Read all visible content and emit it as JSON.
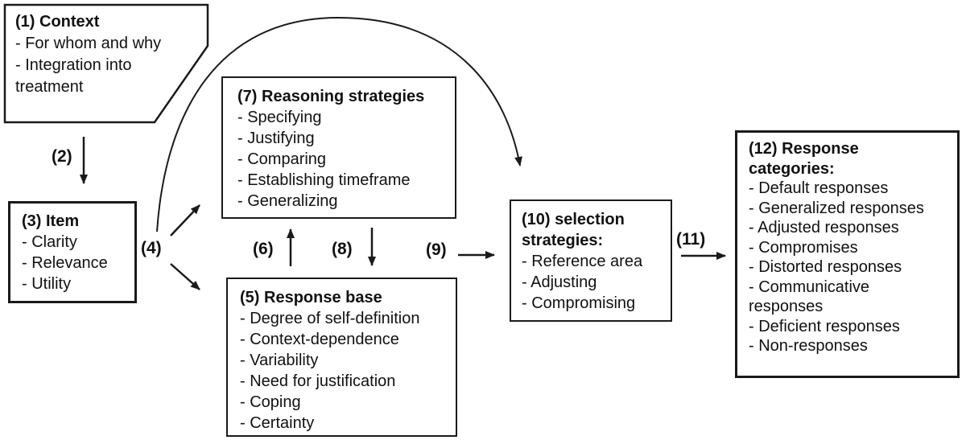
{
  "diagram": {
    "boxes": {
      "context": {
        "title": "(1) Context",
        "items": [
          "- For whom and why",
          "- Integration into treatment"
        ]
      },
      "item": {
        "title": "(3) Item",
        "items": [
          "- Clarity",
          "- Relevance",
          "- Utility"
        ]
      },
      "reasoning": {
        "title": "(7) Reasoning strategies",
        "items": [
          "- Specifying",
          "- Justifying",
          "- Comparing",
          "- Establishing timeframe",
          "- Generalizing"
        ]
      },
      "response_base": {
        "title": "(5) Response base",
        "items": [
          "- Degree of self-definition",
          "- Context-dependence",
          "- Variability",
          "- Need for justification",
          "- Coping",
          "- Certainty"
        ]
      },
      "selection": {
        "title": "(10) selection strategies:",
        "items": [
          "- Reference area",
          "- Adjusting",
          "- Compromising"
        ]
      },
      "categories": {
        "title": "(12) Response categories:",
        "items": [
          "- Default responses",
          "- Generalized responses",
          "- Adjusted responses",
          "- Compromises",
          "- Distorted responses",
          "- Communicative responses",
          "- Deficient responses",
          "- Non-responses"
        ]
      }
    },
    "arrow_labels": {
      "l2": "(2)",
      "l4": "(4)",
      "l6": "(6)",
      "l8": "(8)",
      "l9": "(9)",
      "l11": "(11)"
    },
    "colors": {
      "line": "#1a1a1a",
      "background": "#ffffff",
      "text": "#111111"
    }
  }
}
